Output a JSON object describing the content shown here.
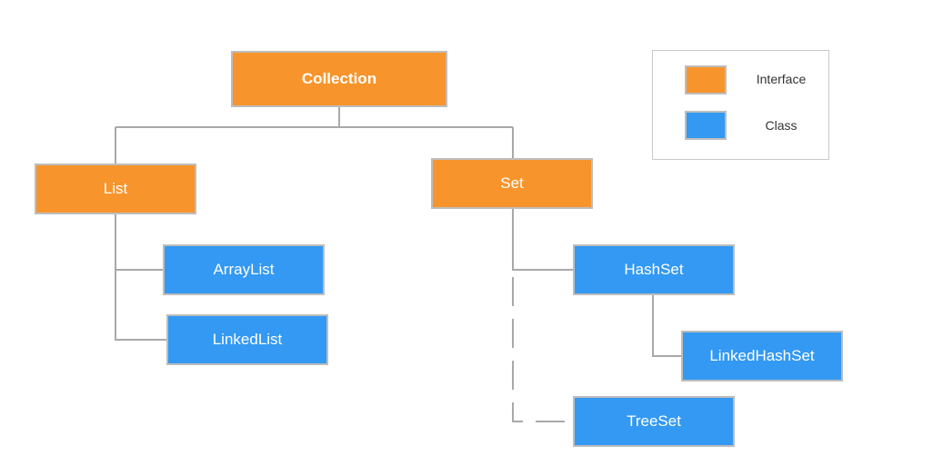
{
  "colors": {
    "interface": "#f7952c",
    "class": "#3399f3",
    "connector": "#a9a9a9"
  },
  "nodes": {
    "collection": {
      "label": "Collection",
      "kind": "interface"
    },
    "list": {
      "label": "List",
      "kind": "interface"
    },
    "set": {
      "label": "Set",
      "kind": "interface"
    },
    "arraylist": {
      "label": "ArrayList",
      "kind": "class"
    },
    "linkedlist": {
      "label": "LinkedList",
      "kind": "class"
    },
    "hashset": {
      "label": "HashSet",
      "kind": "class"
    },
    "linkedhashset": {
      "label": "LinkedHashSet",
      "kind": "class"
    },
    "treeset": {
      "label": "TreeSet",
      "kind": "class"
    }
  },
  "legend": {
    "interface_label": "Interface",
    "class_label": "Class"
  }
}
